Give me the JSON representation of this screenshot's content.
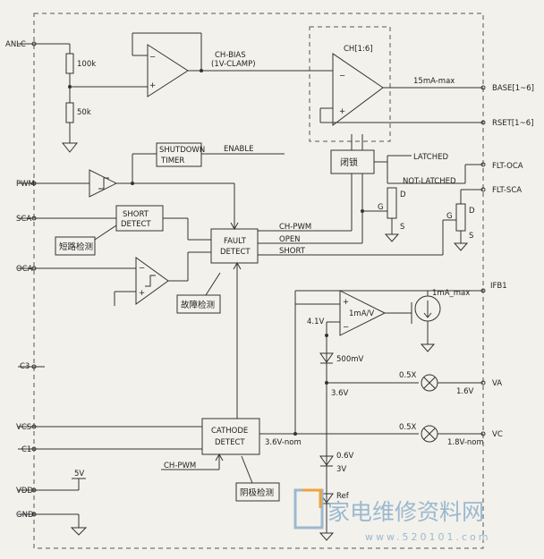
{
  "pins": {
    "anlc": "ANLC",
    "base": "BASE[1~6]",
    "rset": "RSET[1~6]",
    "flt_oca": "FLT-OCA",
    "flt_sca": "FLT-SCA",
    "ifb": "IFB1",
    "va": "VA",
    "vc": "VC",
    "pwm": "PWM",
    "sca": "SCA",
    "oca": "OCA",
    "c3": "C3",
    "vcs": "VCS",
    "c1": "C1",
    "vdd": "VDD",
    "gnd": "GND"
  },
  "labels": {
    "r100k": "100k",
    "r50k": "50k",
    "minus": "−",
    "plus": "+",
    "ch_bias": "CH-BIAS",
    "clamp": "(1V-CLAMP)",
    "ch_range": "CH[1:6]",
    "base_current": "15mA-max",
    "shutdown": "SHUTDOWN",
    "timer": "TIMER",
    "enable": "ENABLE",
    "latch_cn": "闭锁",
    "latched": "LATCHED",
    "non_latched": "NOT-LATCHED",
    "d": "D",
    "g": "G",
    "s": "S",
    "short": "SHORT",
    "detect": "DETECT",
    "short_detect_cn": "短路检测",
    "fault": "FAULT",
    "fault_detect_cn": "故障检测",
    "ch_pwm": "CH-PWM",
    "open": "OPEN",
    "sink_current": "1mA_max",
    "gain": "1mA/V",
    "v41": "4.1V",
    "mv500": "500mV",
    "v36": "3.6V",
    "x05": "0.5X",
    "v16": "1.6V",
    "cathode": "CATHODE",
    "v36_nom": "3.6V-nom",
    "v18_nom": "1.8V-nom",
    "v06": "0.6V",
    "v3": "3V",
    "ref": "Ref",
    "cathode_detect_cn": "阴极检测",
    "v5": "5V"
  },
  "watermark": {
    "title": "家电维修资料网",
    "site": "www.520101.com"
  }
}
